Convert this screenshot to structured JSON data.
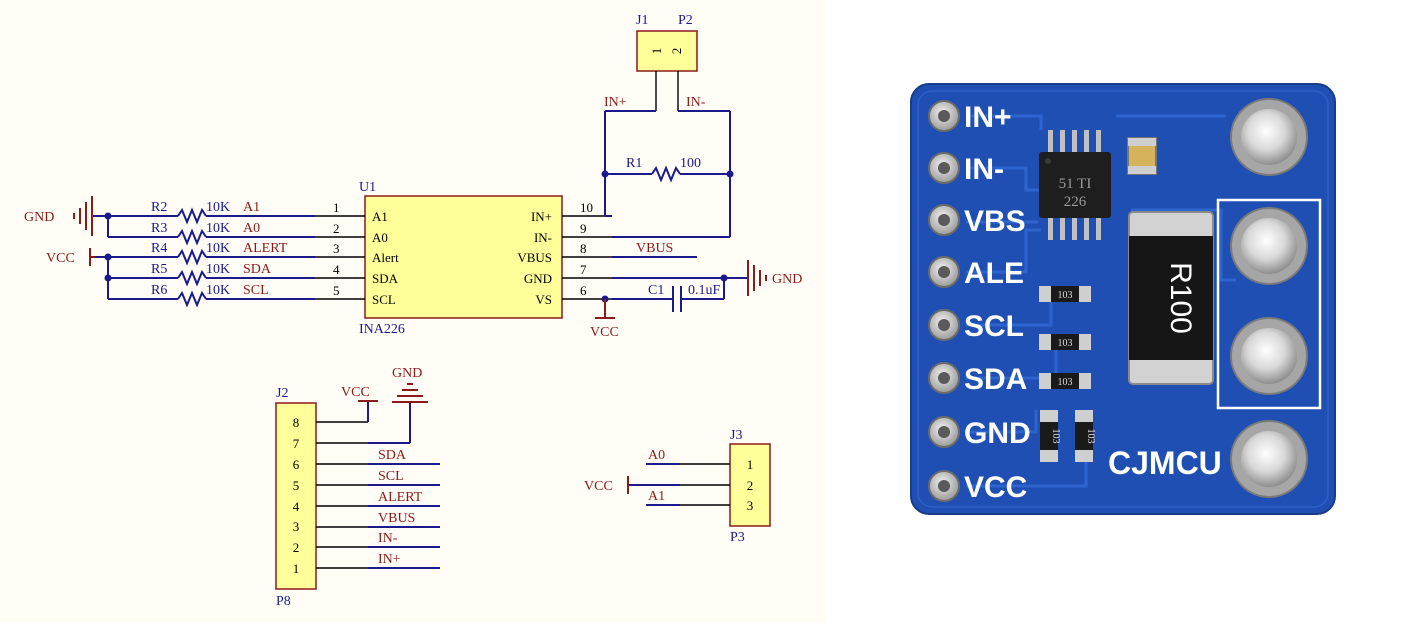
{
  "schematic": {
    "u1": {
      "ref": "U1",
      "part": "INA226",
      "left_pins": [
        {
          "num": "1",
          "name": "A1"
        },
        {
          "num": "2",
          "name": "A0"
        },
        {
          "num": "3",
          "name": "Alert"
        },
        {
          "num": "4",
          "name": "SDA"
        },
        {
          "num": "5",
          "name": "SCL"
        }
      ],
      "right_pins": [
        {
          "num": "10",
          "name": "IN+"
        },
        {
          "num": "9",
          "name": "IN-"
        },
        {
          "num": "8",
          "name": "VBUS"
        },
        {
          "num": "7",
          "name": "GND"
        },
        {
          "num": "6",
          "name": "VS"
        }
      ]
    },
    "pullups": [
      {
        "ref": "R2",
        "value": "10K",
        "net": "A1"
      },
      {
        "ref": "R3",
        "value": "10K",
        "net": "A0"
      },
      {
        "ref": "R4",
        "value": "10K",
        "net": "ALERT"
      },
      {
        "ref": "R5",
        "value": "10K",
        "net": "SDA"
      },
      {
        "ref": "R6",
        "value": "10K",
        "net": "SCL"
      }
    ],
    "power": {
      "gnd": "GND",
      "vcc": "VCC"
    },
    "net_vbus": "VBUS",
    "j1": {
      "ref": "J1",
      "ref2": "P2",
      "pins": [
        "1",
        "2"
      ],
      "net_plus": "IN+",
      "net_minus": "IN-"
    },
    "r1": {
      "ref": "R1",
      "value": "100"
    },
    "c1": {
      "ref": "C1",
      "value": "0.1uF"
    },
    "j2": {
      "ref": "J2",
      "ref2": "P8",
      "pins": [
        "8",
        "7",
        "6",
        "5",
        "4",
        "3",
        "2",
        "1"
      ],
      "nets": [
        "",
        "",
        "SDA",
        "SCL",
        "ALERT",
        "VBUS",
        "IN-",
        "IN+"
      ]
    },
    "j3": {
      "ref": "J3",
      "ref2": "P3",
      "pins": [
        "1",
        "2",
        "3"
      ],
      "nets": [
        "A0",
        "",
        "A1"
      ]
    }
  },
  "board": {
    "pins": [
      "IN+",
      "IN-",
      "VBS",
      "ALE",
      "SCL",
      "SDA",
      "GND",
      "VCC"
    ],
    "chip_line1": "51 TI",
    "chip_line2": "226",
    "shunt": "R100",
    "small_res": [
      "103",
      "103",
      "103"
    ],
    "led_res": [
      "103",
      "103"
    ],
    "brand": "CJMCU",
    "colors": {
      "pcb": "#1f4fb2",
      "pad": "#c9c9c9"
    }
  }
}
